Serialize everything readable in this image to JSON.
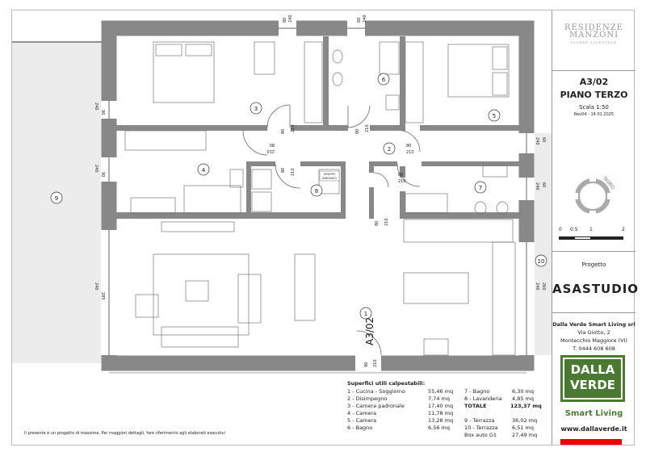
{
  "brand": {
    "name_line1": "RESIDENZE",
    "name_line2": "MANZONI",
    "tagline": "VIVERE LIFESTYLE"
  },
  "drawing": {
    "code": "A3/02",
    "floor": "PIANO TERZO",
    "scale": "Scala 1:50",
    "revision": "Rev04 - 14.01.2025",
    "north_label": "NORD",
    "scale_bar_labels": [
      "0",
      "0.5",
      "1",
      "2"
    ],
    "project_label": "Progetto",
    "studio": "ASASTUDIO"
  },
  "client": {
    "company": "Dalla Verde Smart Living srl",
    "street": "Via Giotto, 2",
    "city": "Montecchio Maggiore (VI)",
    "phone": "T. 0444 608 608",
    "logo_line1": "DALLA",
    "logo_line2": "VERDE",
    "tagline": "Smart Living",
    "website": "www.dallaverde.it",
    "brand_color": "#4a7a32",
    "accent_color": "#e00000"
  },
  "plan": {
    "unit_label": "A3/02",
    "rooms": [
      "1",
      "2",
      "3",
      "4",
      "5",
      "6",
      "7",
      "8",
      "9",
      "10"
    ],
    "storage_label_line1": "GRUPPO",
    "storage_label_line2": "IDRONICO",
    "door_labels": {
      "room3": [
        "80",
        "210"
      ],
      "room6": [
        "80",
        "210"
      ],
      "room4_top": [
        "80",
        "210"
      ],
      "room2_right": [
        "80",
        "210"
      ],
      "room8": [
        "80",
        "210"
      ],
      "room7": [
        "80",
        "210"
      ],
      "entry_hall": [
        "80",
        "210"
      ],
      "main_entry": [
        "90",
        "210"
      ]
    },
    "window_labels": {
      "top_left": [
        "80",
        "240"
      ],
      "top_right": [
        "60",
        "240"
      ],
      "left_1": [
        "240",
        "90"
      ],
      "left_2": [
        "240",
        "90"
      ],
      "left_3": [
        "240",
        "285"
      ],
      "right_1": [
        "240",
        "60"
      ],
      "right_2": [
        "240",
        "60"
      ],
      "right_3": [
        "240",
        "260"
      ]
    }
  },
  "surfaces": {
    "title": "Superfici utili calpestabili:",
    "col1": [
      {
        "name": "1 - Cucina - Soggiorno",
        "area": "55,46 mq"
      },
      {
        "name": "2 - Disimpegno",
        "area": "7,74 mq"
      },
      {
        "name": "3 - Camera padronale",
        "area": "17,40 mq"
      },
      {
        "name": "4 - Camera",
        "area": "11,78 mq"
      },
      {
        "name": "5 - Camera",
        "area": "13,28 mq"
      },
      {
        "name": "6 - Bagno",
        "area": "6,56 mq"
      }
    ],
    "col2": [
      {
        "name": "7 - Bagno",
        "area": "6,30 mq"
      },
      {
        "name": "8 - Lavanderia",
        "area": "4,85 mq"
      }
    ],
    "total_label": "TOTALE",
    "total_area": "123,37 mq",
    "col3": [
      {
        "name": "9 - Terrazza",
        "area": "36,02 mq"
      },
      {
        "name": "10 - Terrazza",
        "area": "6,51 mq"
      },
      {
        "name": "Box auto G1",
        "area": "27,49 mq"
      }
    ]
  },
  "footnote": "Il presente è un progetto di massima. Per maggiori dettagli, fare riferimento agli elaborati esecutivi"
}
